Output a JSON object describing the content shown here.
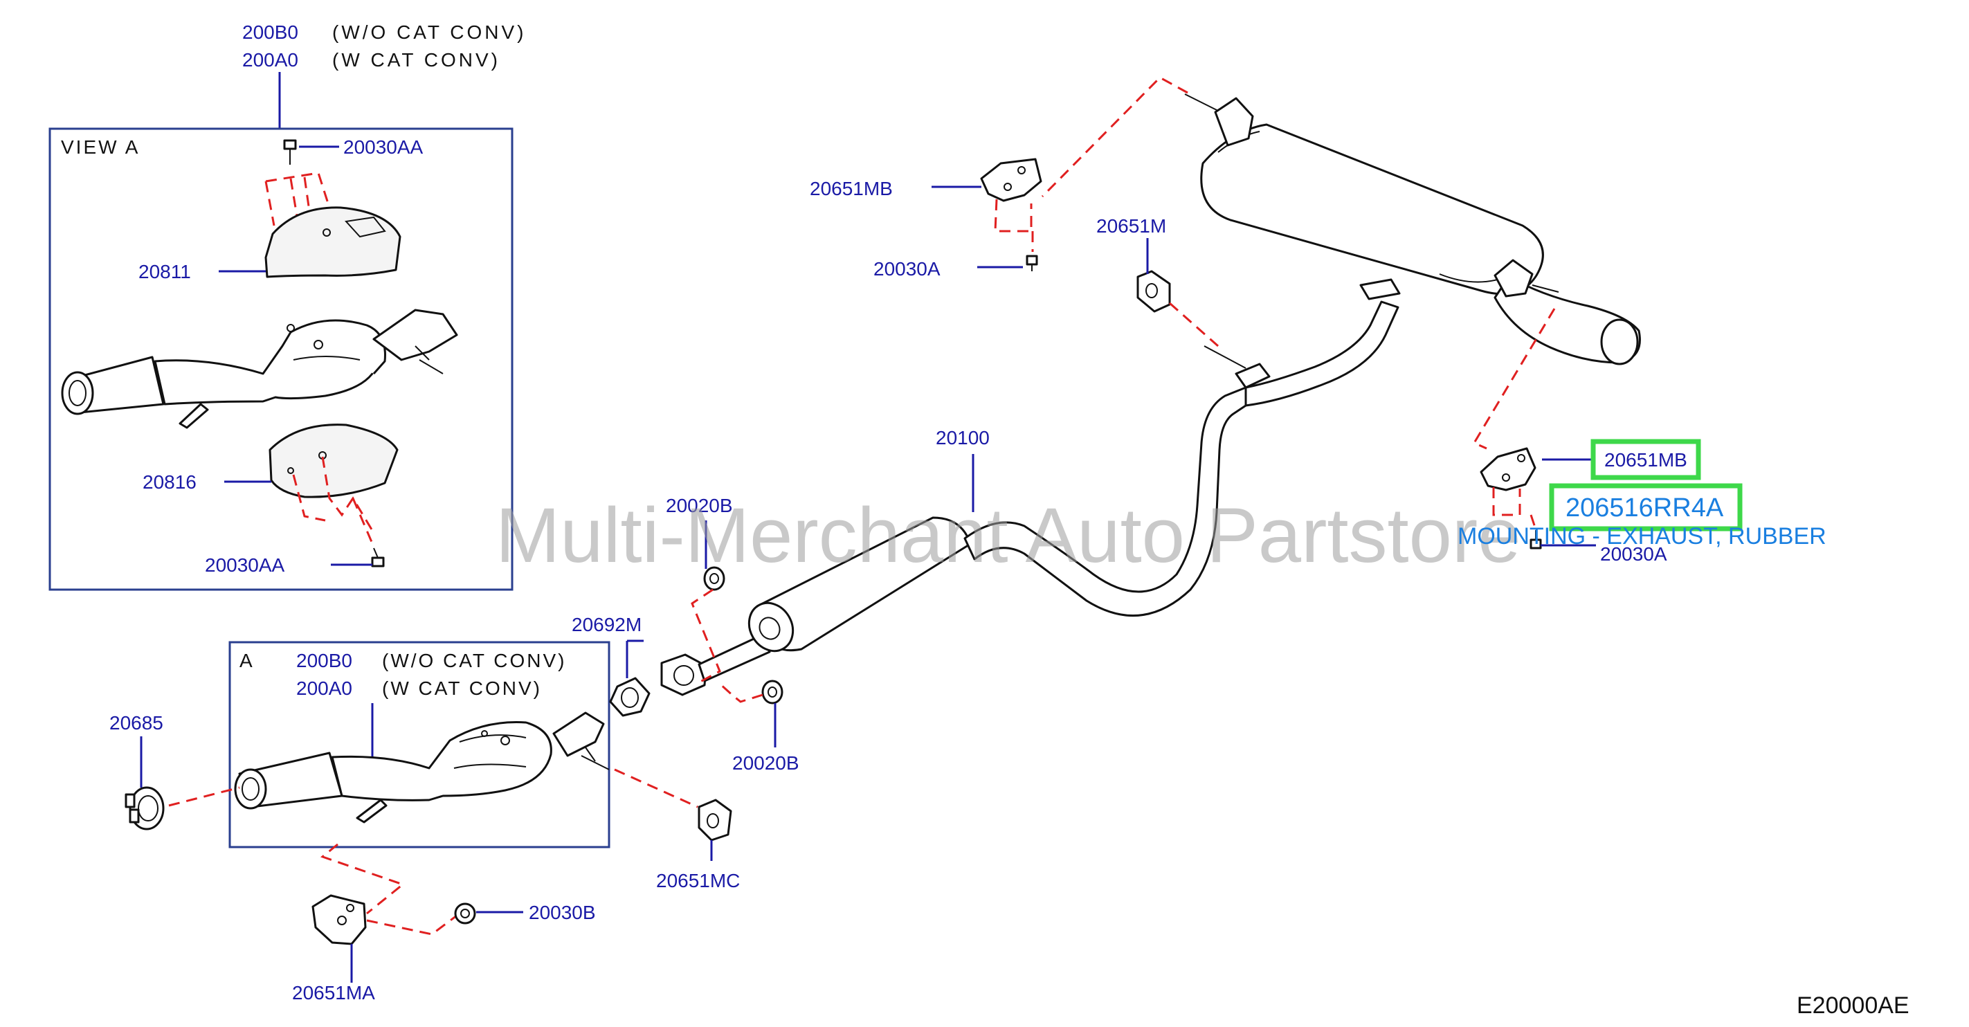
{
  "top_notes": {
    "code_1": "200B0",
    "note_1": "(W/O CAT CONV)",
    "code_2": "200A0",
    "note_2": "(W CAT CONV)"
  },
  "view_a": {
    "title": "VIEW A",
    "labels": {
      "bolt_top": "20030AA",
      "upper_cover": "20811",
      "lower_cover": "20816",
      "bolt_bottom": "20030AA"
    }
  },
  "box_a": {
    "title": "A",
    "code_1": "200B0",
    "note_1": "(W/O CAT CONV)",
    "code_2": "200A0",
    "note_2": "(W CAT CONV)"
  },
  "labels": {
    "mount_top": "20651MB",
    "bolt_top": "20030A",
    "rubber_mount": "20651M",
    "main_pipe": "20100",
    "nut_upper": "20020B",
    "gasket": "20692M",
    "nut_lower": "20020B",
    "clamp": "20685",
    "rubber_mount_c": "20651MC",
    "nut_b": "20030B",
    "mount_a": "20651MA",
    "bolt_right": "20030A"
  },
  "highlight": {
    "part_label": "20651MB",
    "part_number": "206516RR4A",
    "description": "MOUNTING - EXHAUST, RUBBER"
  },
  "watermark": "Multi-Merchant Auto Partstore",
  "diagram_code": "E20000AE",
  "colors": {
    "label_blue": "#1a1aa6",
    "dash_red": "#e02020",
    "highlight_green": "#3ed84a",
    "desc_blue": "#1a7fe0"
  }
}
